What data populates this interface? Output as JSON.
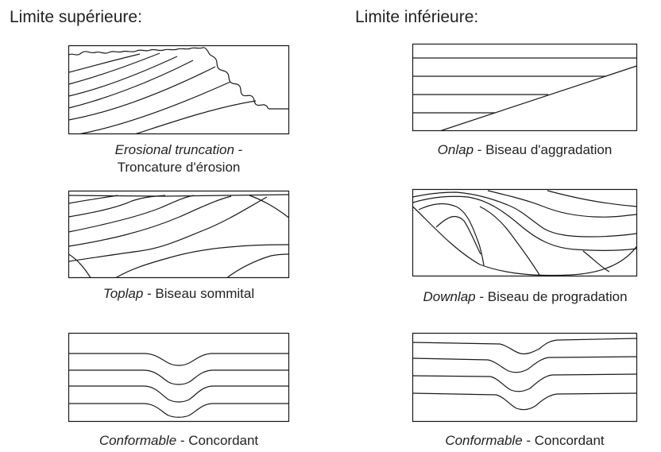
{
  "headings": {
    "upper": "Limite supérieure:",
    "lower": "Limite inférieure:"
  },
  "panels": {
    "erosional": {
      "term": "Erosional truncation",
      "sep": " -",
      "translation": "Troncature d'érosion"
    },
    "onlap": {
      "term": "Onlap",
      "sep": " - ",
      "translation": "Biseau d'aggradation"
    },
    "toplap": {
      "term": "Toplap",
      "sep": " - ",
      "translation": "Biseau sommital"
    },
    "downlap": {
      "term": "Downlap",
      "sep": " - ",
      "translation": "Biseau de progradation"
    },
    "conformable_upper": {
      "term": "Conformable",
      "sep": " - ",
      "translation": "Concordant"
    },
    "conformable_lower": {
      "term": "Conformable",
      "sep": " - ",
      "translation": "Concordant"
    }
  },
  "colors": {
    "line": "#1a1a1a",
    "text": "#222222",
    "background": "#ffffff"
  }
}
